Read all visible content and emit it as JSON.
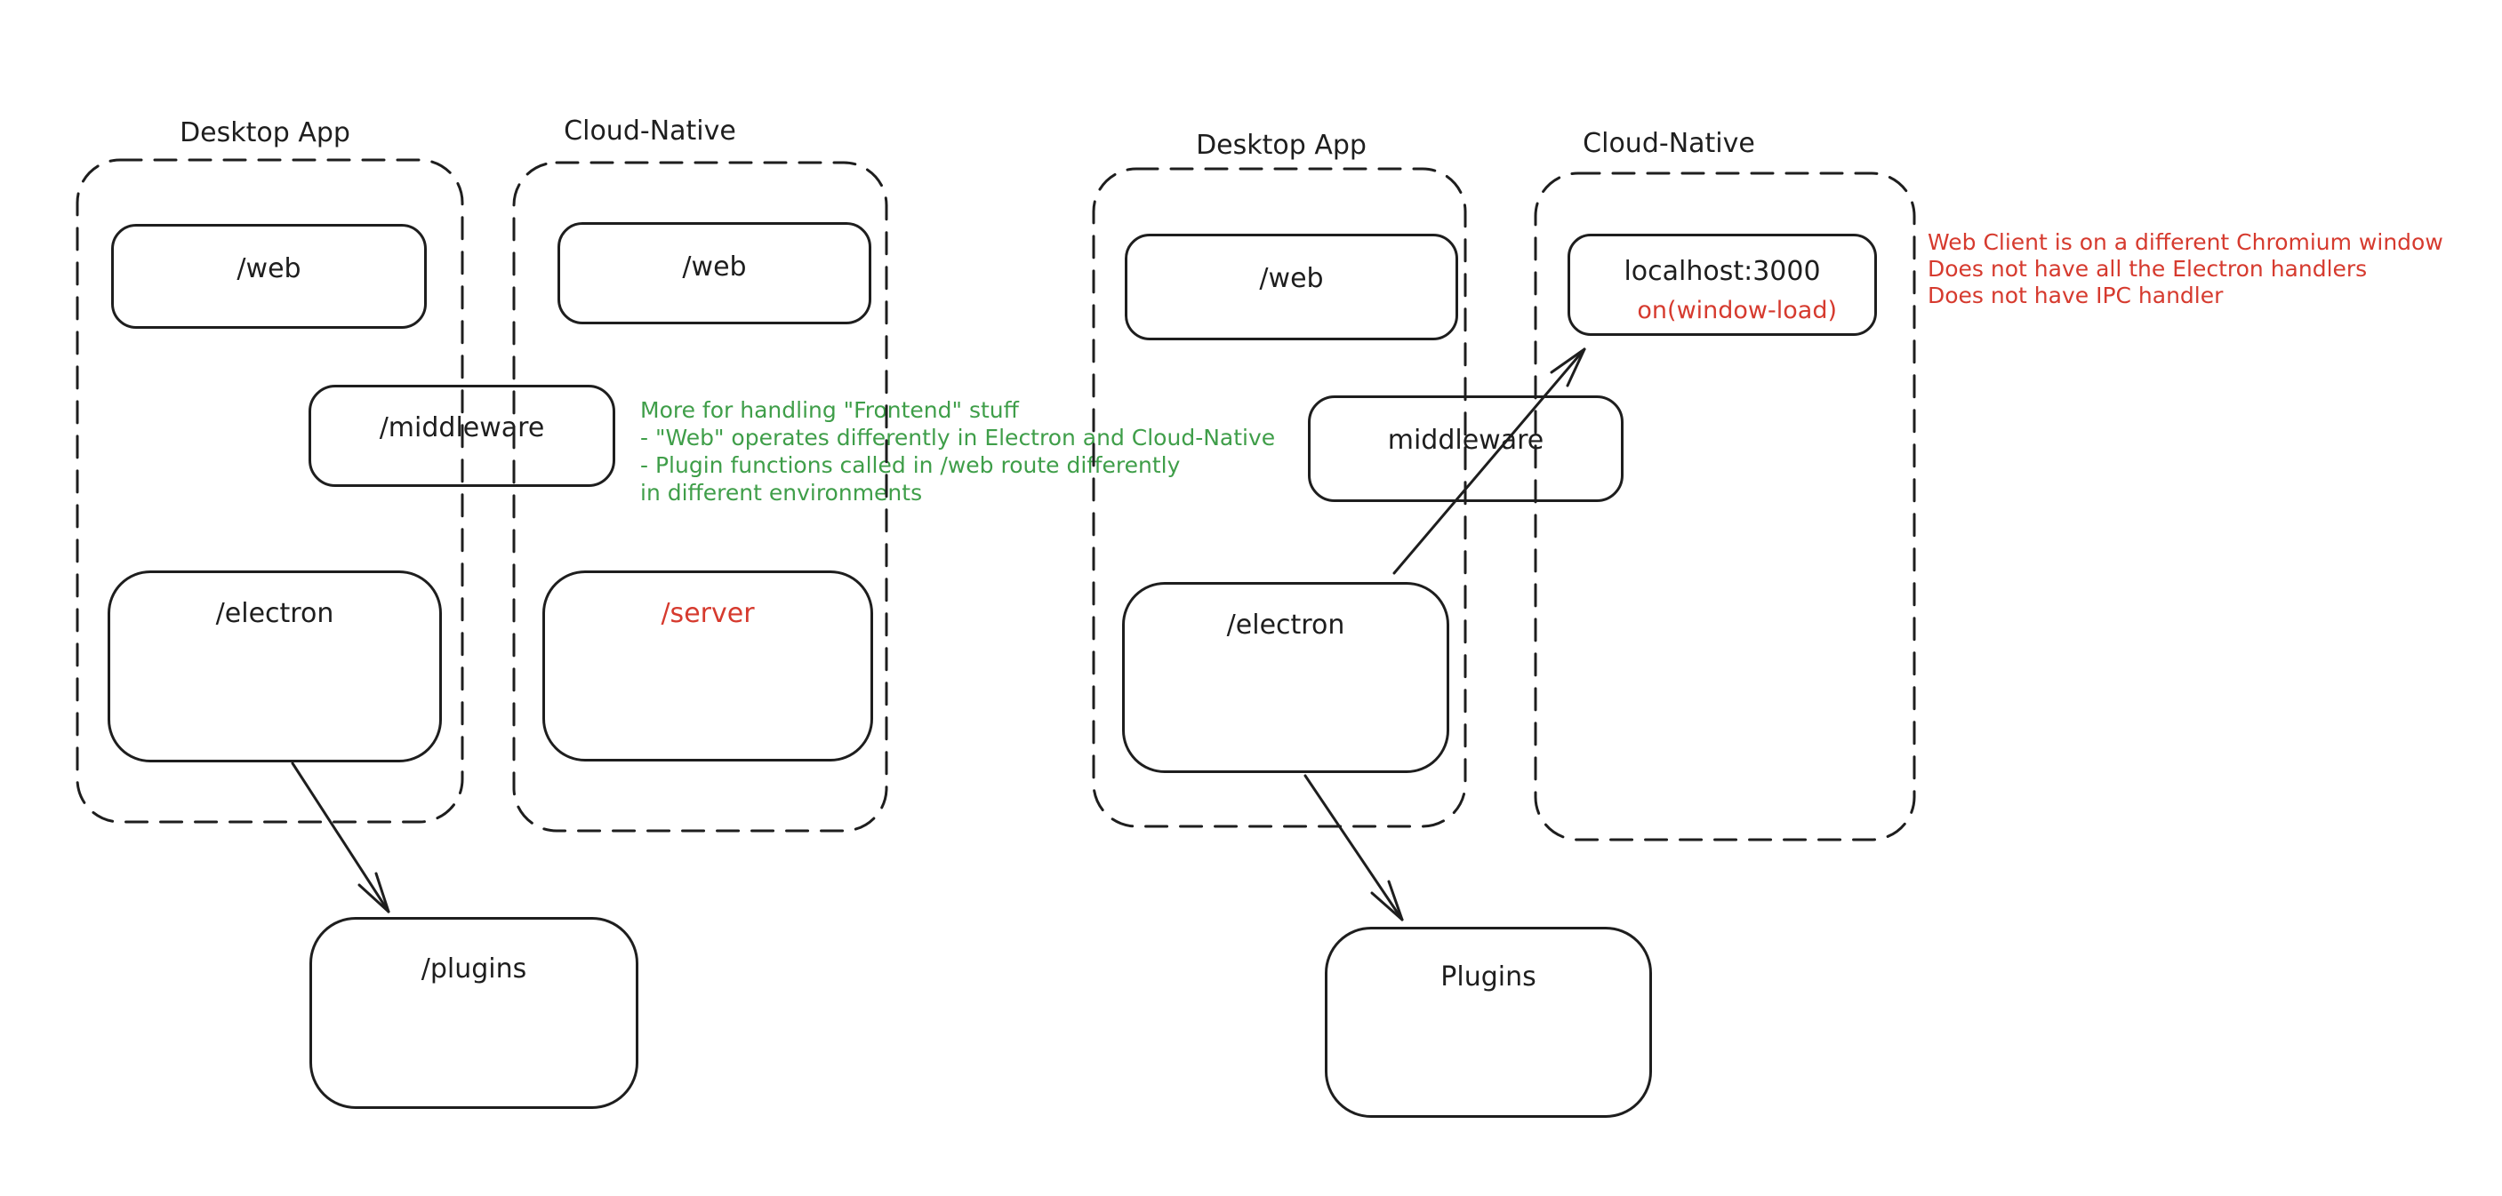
{
  "canvas": {
    "background": "#ffffff",
    "stroke_color": "#1e1e1e",
    "green_accent": "#3f9e49",
    "red_accent": "#d63a2e"
  },
  "left_diagram": {
    "desktop_group": {
      "title": "Desktop App",
      "web": "/web",
      "middleware": "/middleware",
      "electron": "/electron"
    },
    "cloud_group": {
      "title": "Cloud-Native",
      "web": "/web",
      "server": "/server"
    },
    "plugins": "/plugins"
  },
  "right_diagram": {
    "desktop_group": {
      "title": "Desktop App",
      "web": "/web",
      "middleware": "middleware",
      "electron": "/electron"
    },
    "cloud_group": {
      "title": "Cloud-Native",
      "localhost": "localhost:3000",
      "window_load": "on(window-load)"
    },
    "plugins": "Plugins"
  },
  "annotations": {
    "green_note": {
      "color": "#3f9e49",
      "lines": [
        "More for handling \"Frontend\" stuff",
        "- \"Web\" operates differently in Electron and Cloud-Native",
        "- Plugin functions called in /web route differently",
        "in different environments"
      ]
    },
    "red_note": {
      "color": "#d63a2e",
      "lines": [
        "Web Client is on a different Chromium window",
        "Does not have all the Electron handlers",
        "Does not have IPC handler"
      ]
    }
  }
}
